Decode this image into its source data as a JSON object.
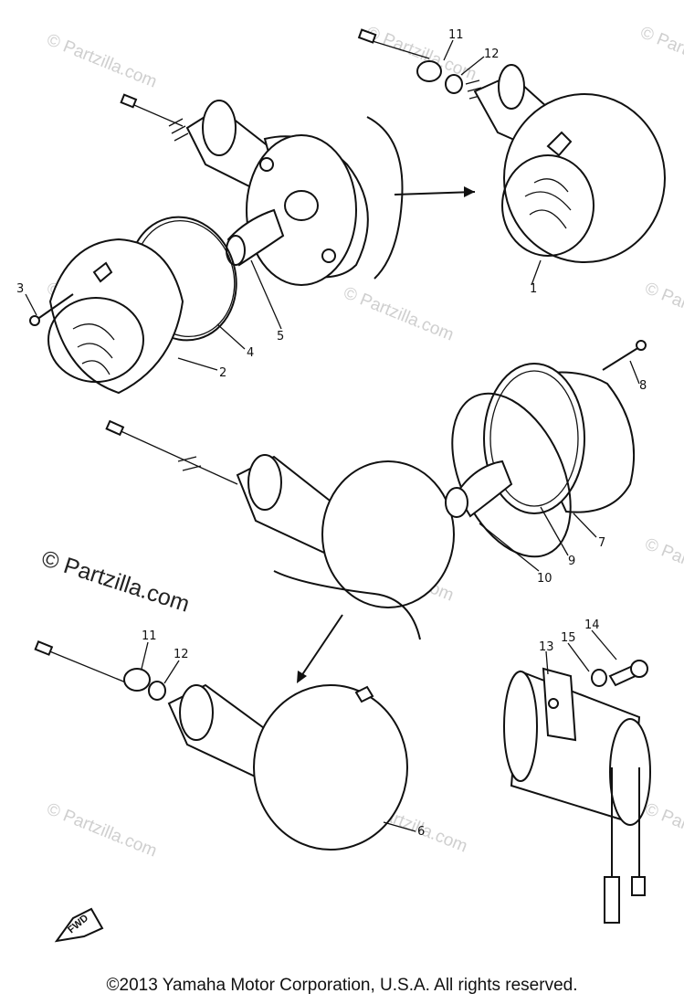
{
  "diagram": {
    "callouts": [
      "11",
      "12",
      "3",
      "1",
      "5",
      "4",
      "2",
      "8",
      "7",
      "9",
      "10",
      "11",
      "12",
      "13",
      "15",
      "14",
      "6"
    ],
    "watermark_text": "© Partzilla.com",
    "main_watermark": "© Partzilla.com",
    "direction_label": "FWD",
    "copyright": "©2013  Yamaha Motor Corporation, U.S.A. All rights reserved."
  }
}
